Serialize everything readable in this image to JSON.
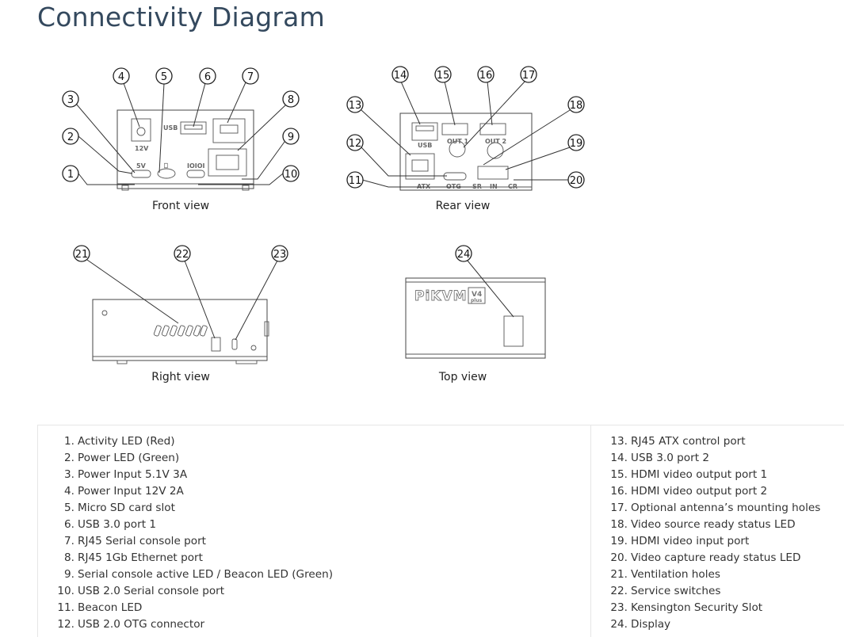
{
  "page": {
    "title": "Connectivity Diagram"
  },
  "views": {
    "front": {
      "caption": "Front view",
      "port_labels": {
        "dc": "12V",
        "usb": "USB",
        "power": "5V",
        "sd": "⎕",
        "serial": "IOIOI"
      }
    },
    "rear": {
      "caption": "Rear view",
      "port_labels": {
        "usb": "USB",
        "out1": "OUT 1",
        "out2": "OUT 2",
        "atx": "ATX",
        "otg": "OTG",
        "sr": "SR",
        "in": "IN",
        "cr": "CR"
      }
    },
    "right": {
      "caption": "Right view"
    },
    "top": {
      "caption": "Top view",
      "logo": "PiKVM",
      "model": "V4",
      "edition": "plus"
    }
  },
  "legend": {
    "left": [
      {
        "n": "1.",
        "label": "Activity LED (Red)"
      },
      {
        "n": "2.",
        "label": "Power LED (Green)"
      },
      {
        "n": "3.",
        "label": "Power Input 5.1V 3A"
      },
      {
        "n": "4.",
        "label": "Power Input 12V 2A"
      },
      {
        "n": "5.",
        "label": "Micro SD card slot"
      },
      {
        "n": "6.",
        "label": "USB 3.0 port 1"
      },
      {
        "n": "7.",
        "label": "RJ45 Serial console port"
      },
      {
        "n": "8.",
        "label": "RJ45 1Gb Ethernet port"
      },
      {
        "n": "9.",
        "label": "Serial console active LED / Beacon LED (Green)"
      },
      {
        "n": "10.",
        "label": "USB 2.0 Serial console port"
      },
      {
        "n": "11.",
        "label": "Beacon LED"
      },
      {
        "n": "12.",
        "label": "USB 2.0 OTG connector"
      }
    ],
    "right": [
      {
        "n": "13.",
        "label": "RJ45 ATX control port"
      },
      {
        "n": "14.",
        "label": "USB 3.0 port 2"
      },
      {
        "n": "15.",
        "label": "HDMI video output port 1"
      },
      {
        "n": "16.",
        "label": "HDMI video output port 2"
      },
      {
        "n": "17.",
        "label": "Optional antenna’s mounting holes"
      },
      {
        "n": "18.",
        "label": "Video source ready status LED"
      },
      {
        "n": "19.",
        "label": "HDMI video input port"
      },
      {
        "n": "20.",
        "label": "Video capture ready status LED"
      },
      {
        "n": "21.",
        "label": "Ventilation holes"
      },
      {
        "n": "22.",
        "label": "Service switches"
      },
      {
        "n": "23.",
        "label": "Kensington Security Slot"
      },
      {
        "n": "24.",
        "label": "Display"
      }
    ]
  },
  "callouts": [
    "1",
    "2",
    "3",
    "4",
    "5",
    "6",
    "7",
    "8",
    "9",
    "10",
    "11",
    "12",
    "13",
    "14",
    "15",
    "16",
    "17",
    "18",
    "19",
    "20",
    "21",
    "22",
    "23",
    "24"
  ]
}
